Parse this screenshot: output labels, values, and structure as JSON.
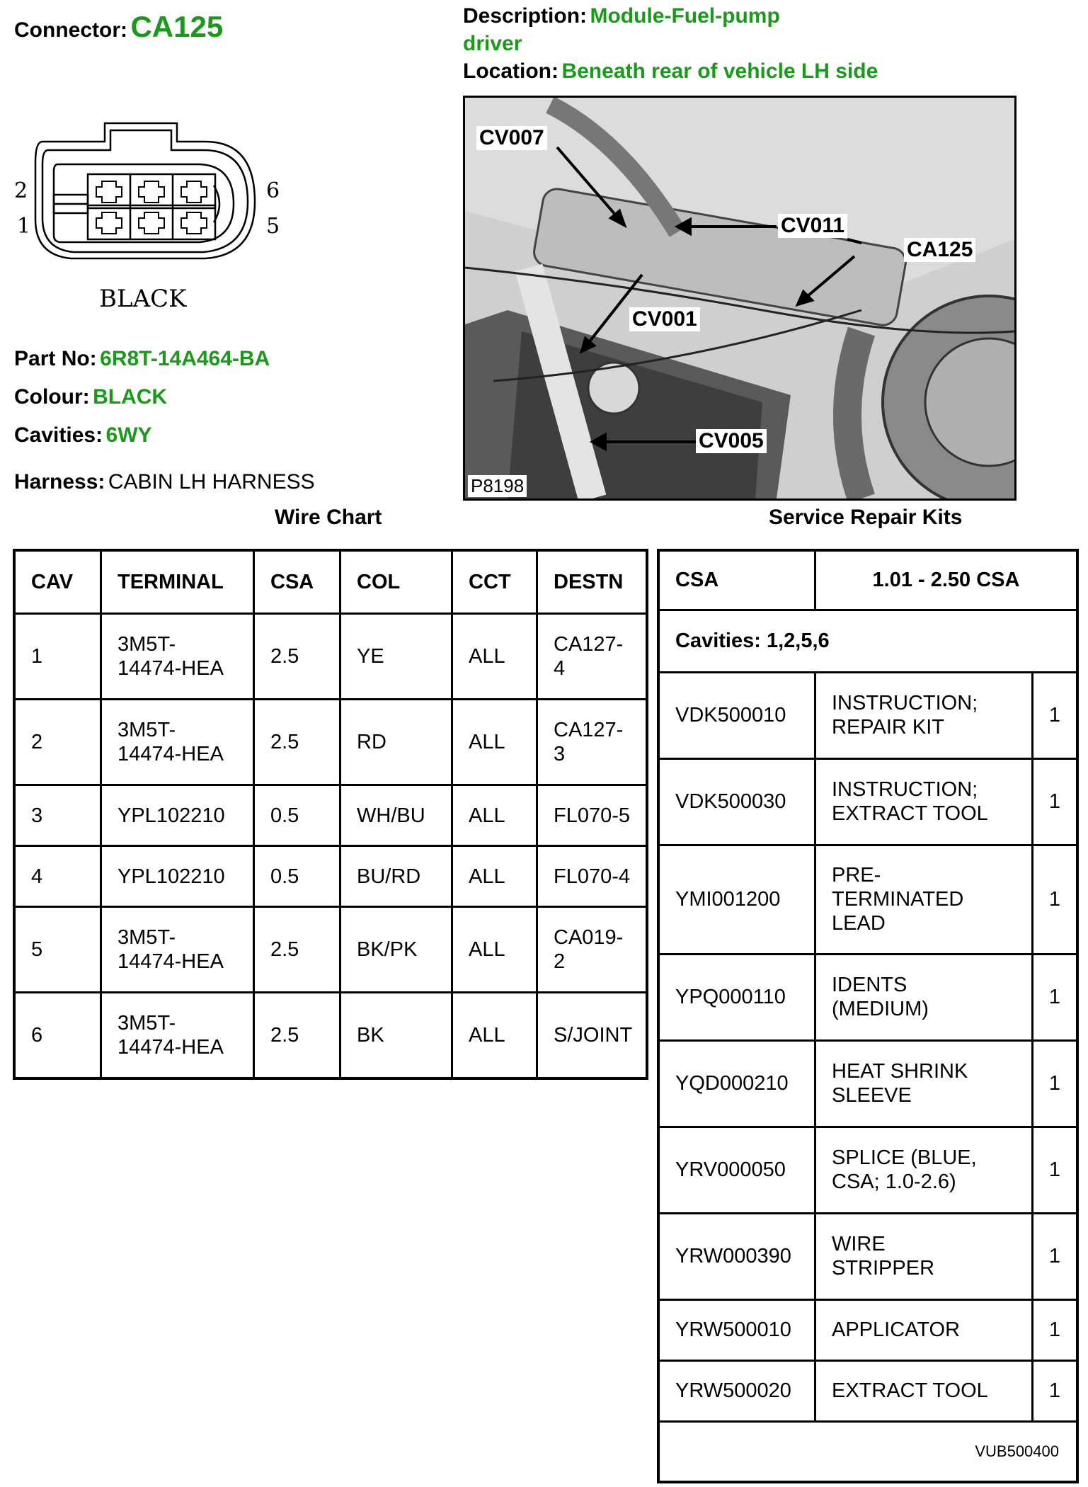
{
  "connector": {
    "label": "Connector:",
    "value": "CA125"
  },
  "description": {
    "label": "Description:",
    "value_line1": "Module-Fuel-pump",
    "value_line2": "driver"
  },
  "location": {
    "label": "Location:",
    "value": "Beneath rear of vehicle LH side"
  },
  "diagram": {
    "pin_left_top": "2",
    "pin_left_bottom": "1",
    "pin_right_top": "6",
    "pin_right_bottom": "5",
    "colour_caption": "BLACK"
  },
  "part_no": {
    "label": "Part No:",
    "value": "6R8T-14A464-BA"
  },
  "colour": {
    "label": "Colour:",
    "value": "BLACK"
  },
  "cavities": {
    "label": "Cavities:",
    "value": "6WY"
  },
  "harness": {
    "label": "Harness:",
    "value": "CABIN LH HARNESS"
  },
  "photo": {
    "id": "P8198",
    "callouts": [
      "CV007",
      "CV011",
      "CA125",
      "CV001",
      "CV005"
    ]
  },
  "wire_chart": {
    "title": "Wire Chart",
    "headers": [
      "CAV",
      "TERMINAL",
      "CSA",
      "COL",
      "CCT",
      "DESTN"
    ],
    "rows": [
      {
        "cav": "1",
        "terminal": "3M5T-\n14474-HEA",
        "csa": "2.5",
        "col": "YE",
        "cct": "ALL",
        "destn": "CA127-\n4"
      },
      {
        "cav": "2",
        "terminal": "3M5T-\n14474-HEA",
        "csa": "2.5",
        "col": "RD",
        "cct": "ALL",
        "destn": "CA127-\n3"
      },
      {
        "cav": "3",
        "terminal": "YPL102210",
        "csa": "0.5",
        "col": "WH/BU",
        "cct": "ALL",
        "destn": "FL070-5"
      },
      {
        "cav": "4",
        "terminal": "YPL102210",
        "csa": "0.5",
        "col": "BU/RD",
        "cct": "ALL",
        "destn": "FL070-4"
      },
      {
        "cav": "5",
        "terminal": "3M5T-\n14474-HEA",
        "csa": "2.5",
        "col": "BK/PK",
        "cct": "ALL",
        "destn": "CA019-\n2"
      },
      {
        "cav": "6",
        "terminal": "3M5T-\n14474-HEA",
        "csa": "2.5",
        "col": "BK",
        "cct": "ALL",
        "destn": "S/JOINT"
      }
    ]
  },
  "repair_kits": {
    "title": "Service Repair Kits",
    "csa_label": "CSA",
    "csa_range": "1.01 - 2.50 CSA",
    "cavities": "Cavities: 1,2,5,6",
    "items": [
      {
        "part": "VDK500010",
        "desc": "INSTRUCTION;\nREPAIR KIT",
        "qty": "1"
      },
      {
        "part": "VDK500030",
        "desc": "INSTRUCTION;\nEXTRACT TOOL",
        "qty": "1"
      },
      {
        "part": "YMI001200",
        "desc": "PRE-\nTERMINATED\nLEAD",
        "qty": "1"
      },
      {
        "part": "YPQ000110",
        "desc": "IDENTS\n(MEDIUM)",
        "qty": "1"
      },
      {
        "part": "YQD000210",
        "desc": "HEAT SHRINK\nSLEEVE",
        "qty": "1"
      },
      {
        "part": "YRV000050",
        "desc": "SPLICE (BLUE,\nCSA; 1.0-2.6)",
        "qty": "1"
      },
      {
        "part": "YRW000390",
        "desc": "WIRE\nSTRIPPER",
        "qty": "1"
      },
      {
        "part": "YRW500010",
        "desc": "APPLICATOR",
        "qty": "1"
      },
      {
        "part": "YRW500020",
        "desc": "EXTRACT TOOL",
        "qty": "1"
      }
    ],
    "footer_code": "VUB500400"
  }
}
